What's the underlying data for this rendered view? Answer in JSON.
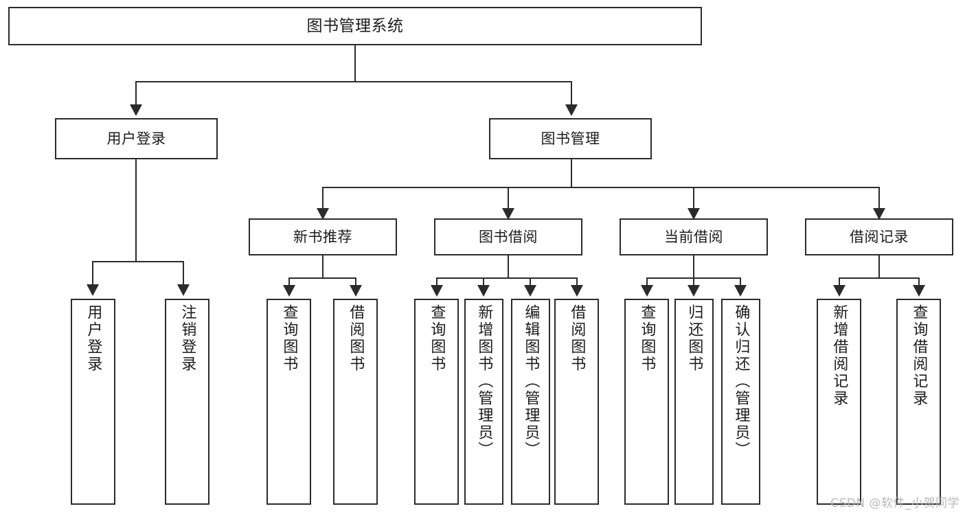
{
  "diagram": {
    "type": "tree",
    "title": "图书管理系统",
    "root": {
      "label": "图书管理系统"
    },
    "level1": [
      {
        "id": "user-login",
        "label": "用户登录"
      },
      {
        "id": "book-manage",
        "label": "图书管理"
      }
    ],
    "level2": [
      {
        "id": "new-book-recommend",
        "label": "新书推荐",
        "parent": "book-manage"
      },
      {
        "id": "book-borrow",
        "label": "图书借阅",
        "parent": "book-manage"
      },
      {
        "id": "current-borrow",
        "label": "当前借阅",
        "parent": "book-manage"
      },
      {
        "id": "borrow-record",
        "label": "借阅记录",
        "parent": "book-manage"
      }
    ],
    "leaves": [
      {
        "id": "leaf-user-login",
        "label": "用户登录",
        "parent": "user-login"
      },
      {
        "id": "leaf-user-logout",
        "label": "注销登录",
        "parent": "user-login"
      },
      {
        "id": "leaf-query-book-1",
        "label": "查询图书",
        "parent": "new-book-recommend"
      },
      {
        "id": "leaf-borrow-book-1",
        "label": "借阅图书",
        "parent": "new-book-recommend"
      },
      {
        "id": "leaf-query-book-2",
        "label": "查询图书",
        "parent": "book-borrow"
      },
      {
        "id": "leaf-add-book",
        "label": "新增图书（管理员）",
        "parent": "book-borrow"
      },
      {
        "id": "leaf-edit-book",
        "label": "编辑图书（管理员）",
        "parent": "book-borrow"
      },
      {
        "id": "leaf-borrow-book-2",
        "label": "借阅图书",
        "parent": "book-borrow"
      },
      {
        "id": "leaf-query-book-3",
        "label": "查询图书",
        "parent": "current-borrow"
      },
      {
        "id": "leaf-return-book",
        "label": "归还图书",
        "parent": "current-borrow"
      },
      {
        "id": "leaf-confirm-return",
        "label": "确认归还（管理员）",
        "parent": "current-borrow"
      },
      {
        "id": "leaf-add-record",
        "label": "新增借阅记录",
        "parent": "borrow-record"
      },
      {
        "id": "leaf-query-record",
        "label": "查询借阅记录",
        "parent": "borrow-record"
      }
    ],
    "colors": {
      "stroke": "#2b2b2b",
      "fill": "#ffffff",
      "text": "#1c1c1c",
      "watermark": "#b9b9b9"
    }
  },
  "watermark": {
    "text": "CSDN @软件_小贺同学"
  }
}
